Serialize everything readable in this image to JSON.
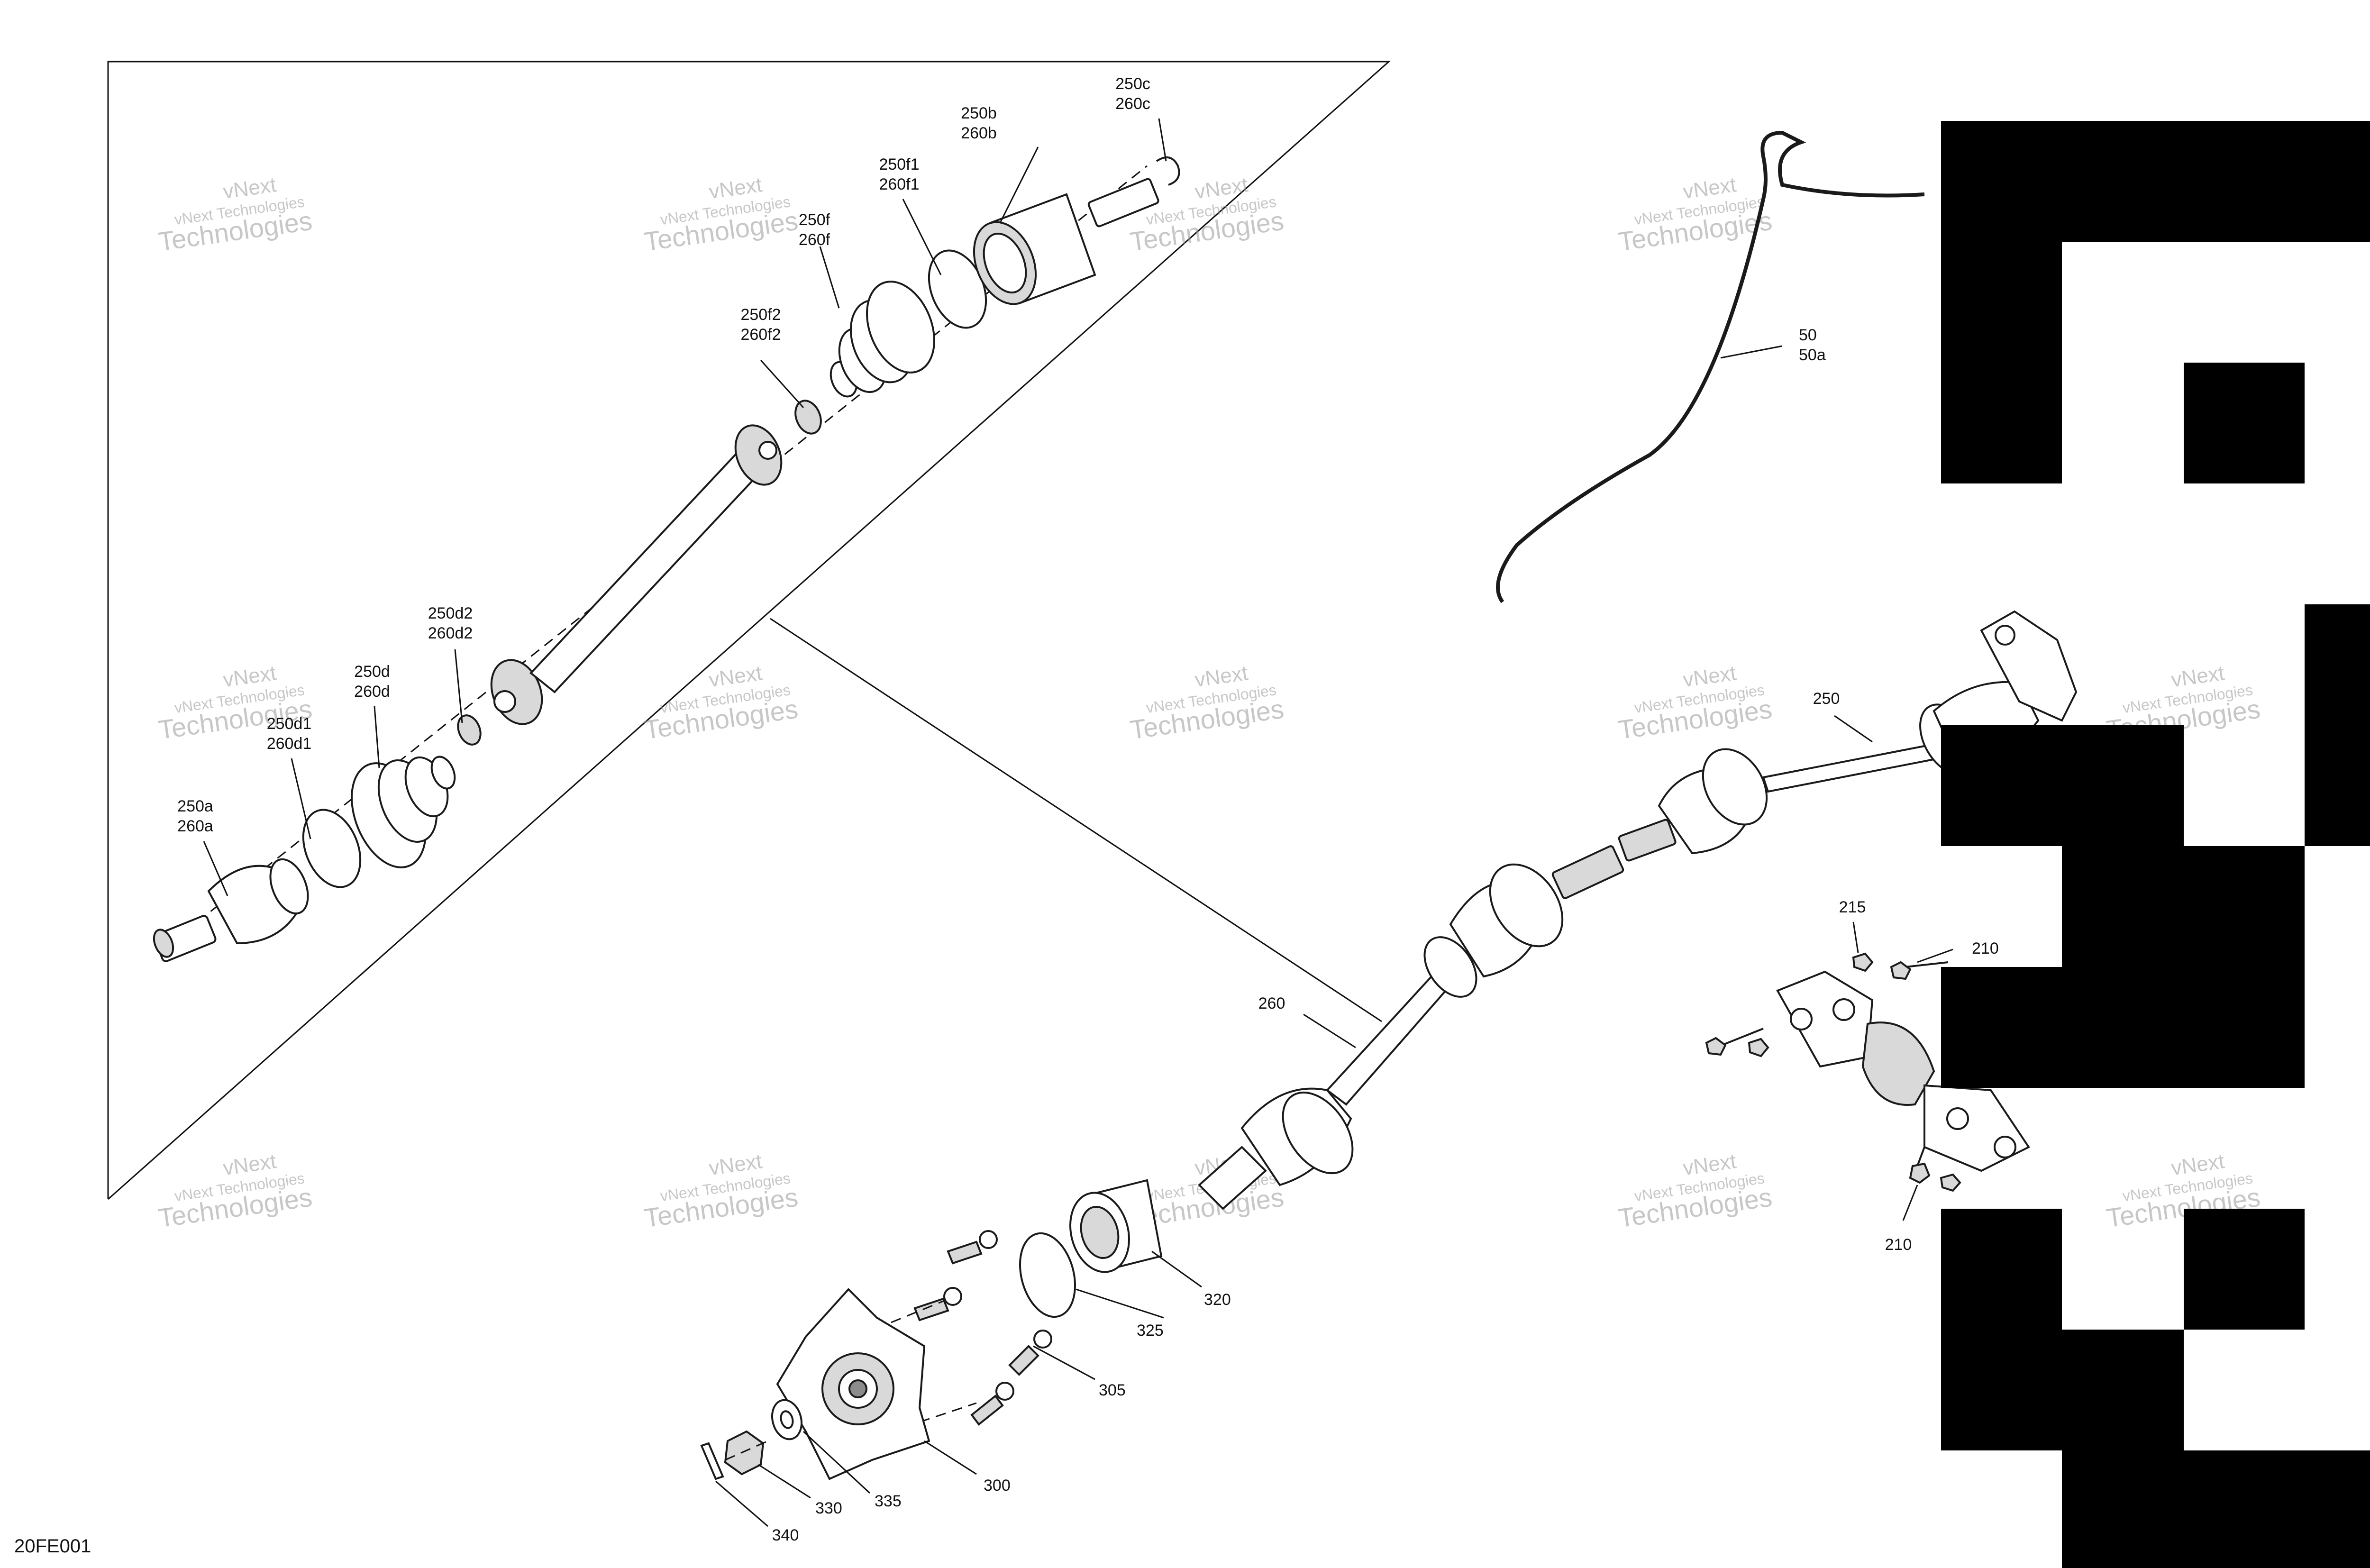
{
  "figure_code": "20FE001",
  "watermark": {
    "line1": "vNext",
    "line2": "vNext Technologies",
    "line3": "Technologies"
  },
  "labels": {
    "l_250c": [
      "250c",
      "260c"
    ],
    "l_250b": [
      "250b",
      "260b"
    ],
    "l_250f1": [
      "250f1",
      "260f1"
    ],
    "l_250f": [
      "250f",
      "260f"
    ],
    "l_250f2": [
      "250f2",
      "260f2"
    ],
    "l_250d2": [
      "250d2",
      "260d2"
    ],
    "l_250d": [
      "250d",
      "260d"
    ],
    "l_250d1": [
      "250d1",
      "260d1"
    ],
    "l_250a": [
      "250a",
      "260a"
    ],
    "l_50": [
      "50",
      "50a"
    ],
    "l_250": "250",
    "l_260": "260",
    "l_215": "215",
    "l_210a": "210",
    "l_210b": "210",
    "l_320": "320",
    "l_325": "325",
    "l_305": "305",
    "l_300": "300",
    "l_335": "335",
    "l_330": "330",
    "l_340": "340"
  },
  "colors": {
    "line": "#1a1a1a",
    "background": "#ffffff",
    "watermark": "#9a9a9a",
    "redaction": "#000000"
  }
}
